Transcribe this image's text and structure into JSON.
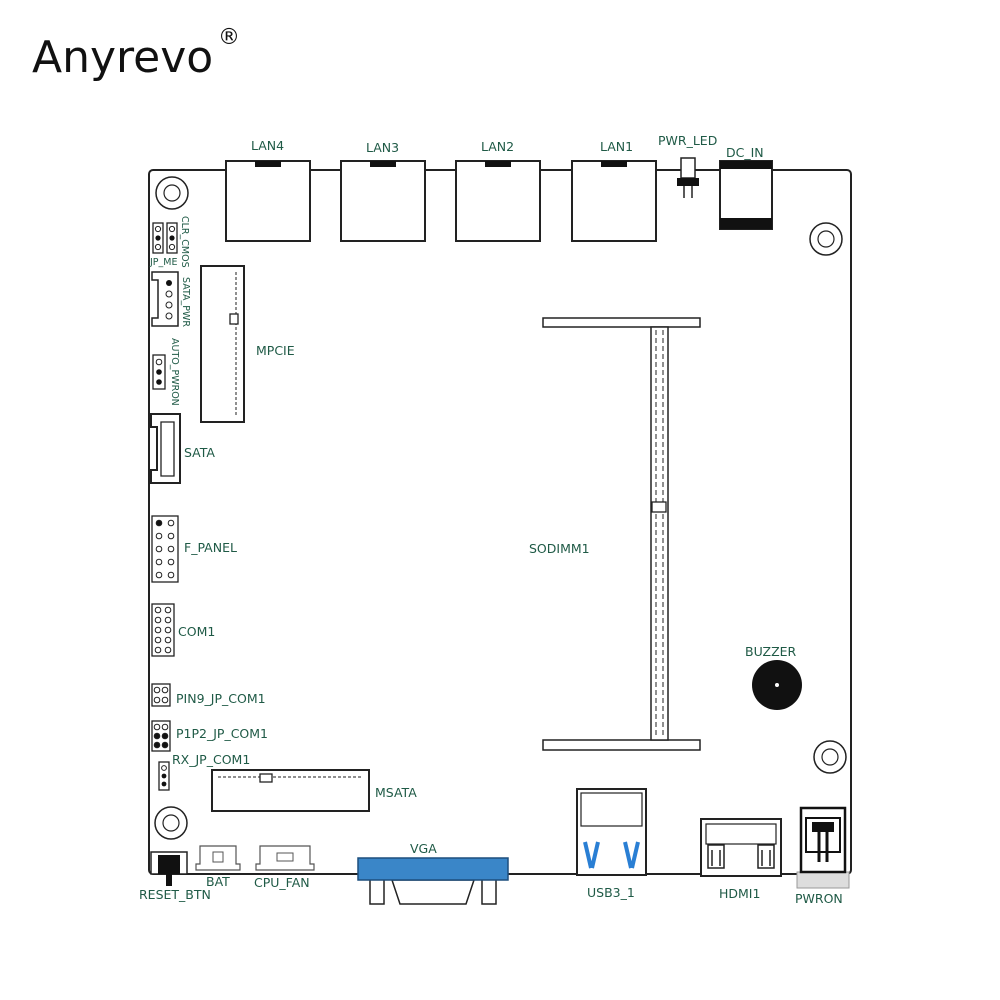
{
  "brand": {
    "name": "Anyrevo",
    "mark": "®"
  },
  "labels": {
    "lan4": "LAN4",
    "lan3": "LAN3",
    "lan2": "LAN2",
    "lan1": "LAN1",
    "pwr_led": "PWR_LED",
    "dc_in": "DC_IN",
    "clr_cmos": "CLR_CMOS",
    "jp_me": "JP_ME",
    "sata_pwr": "SATA_PWR",
    "auto_pwron": "AUTO_PWRON",
    "mpcie": "MPCIE",
    "sata": "SATA",
    "f_panel": "F_PANEL",
    "sodimm1": "SODIMM1",
    "com1": "COM1",
    "buzzer": "BUZZER",
    "pin9_jp_com1": "PIN9_JP_COM1",
    "p1p2_jp_com1": "P1P2_JP_COM1",
    "rx_jp_com1": "RX_JP_COM1",
    "msata": "MSATA",
    "vga": "VGA",
    "reset_btn": "RESET_BTN",
    "bat": "BAT",
    "cpu_fan": "CPU_FAN",
    "usb3_1": "USB3_1",
    "hdmi1": "HDMI1",
    "pwron": "PWRON"
  },
  "colors": {
    "outline": "#222222",
    "label": "#1f5a46",
    "usb_blue": "#2a7fd4",
    "vga_blue": "#3a86c8",
    "pin_fill": "#ffffff",
    "dark": "#111111"
  }
}
